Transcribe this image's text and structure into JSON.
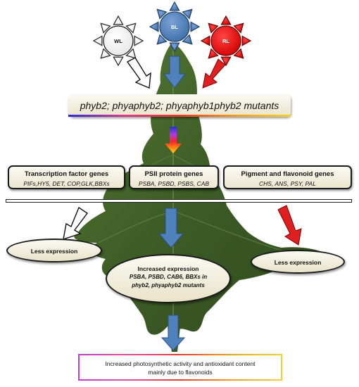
{
  "lights": {
    "white": {
      "label": "WL",
      "color": "#ffffff"
    },
    "blue": {
      "label": "BL",
      "color": "#4f81bd"
    },
    "red": {
      "label": "RL",
      "color": "#ff0000"
    }
  },
  "mutants": "phyb2; phyaphyb2; phyaphyb1phyb2 mutants",
  "groups": {
    "transcription": {
      "title": "Transcription factor genes",
      "genes": "PIFs,HY5, DET, COP,GLK,BBXs"
    },
    "psii": {
      "title": "PSII protein genes",
      "genes": "PSBA, PSBD, PSBS, CAB"
    },
    "pigment": {
      "title": "Pigment and flavonoid genes",
      "genes": "CHS, ANS, PSY, PAL"
    }
  },
  "outcomes": {
    "left": "Less expression",
    "right": "Less expression",
    "center_title": "Increased expression",
    "center_line1": "PSBA, PSBD, CAB6, BBXs in",
    "center_line2": "phyb2, phyaphyb2 mutants"
  },
  "final": {
    "line1": "Increased photosynthetic activity and antioxidant content",
    "line2": "mainly due to flavonoids"
  },
  "colors": {
    "leaf": "#3f5f2a",
    "arrow_blue": "#4f81bd",
    "arrow_red": "#e02020",
    "arrow_white": "#ffffff"
  }
}
